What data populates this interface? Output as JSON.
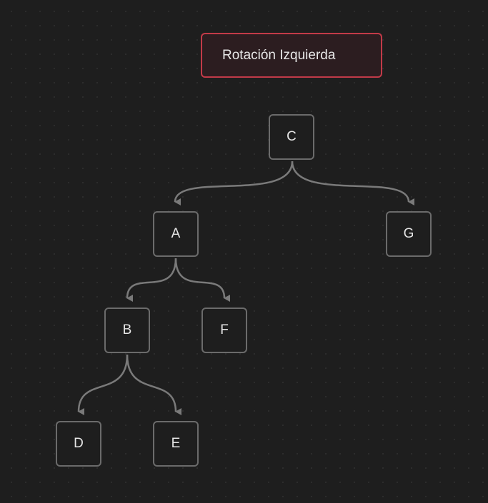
{
  "title": "Rotación Izquierda",
  "colors": {
    "background": "#1e1e1e",
    "card_border": "#c23a48",
    "node_border": "#6b6b6b",
    "edge": "#7a7a7a",
    "text": "#e6e6e6"
  },
  "nodes": {
    "c": "C",
    "a": "A",
    "g": "G",
    "b": "B",
    "f": "F",
    "d": "D",
    "e": "E"
  },
  "edges": [
    {
      "from": "C",
      "to": "A"
    },
    {
      "from": "C",
      "to": "G"
    },
    {
      "from": "A",
      "to": "B"
    },
    {
      "from": "A",
      "to": "F"
    },
    {
      "from": "B",
      "to": "D"
    },
    {
      "from": "B",
      "to": "E"
    }
  ]
}
